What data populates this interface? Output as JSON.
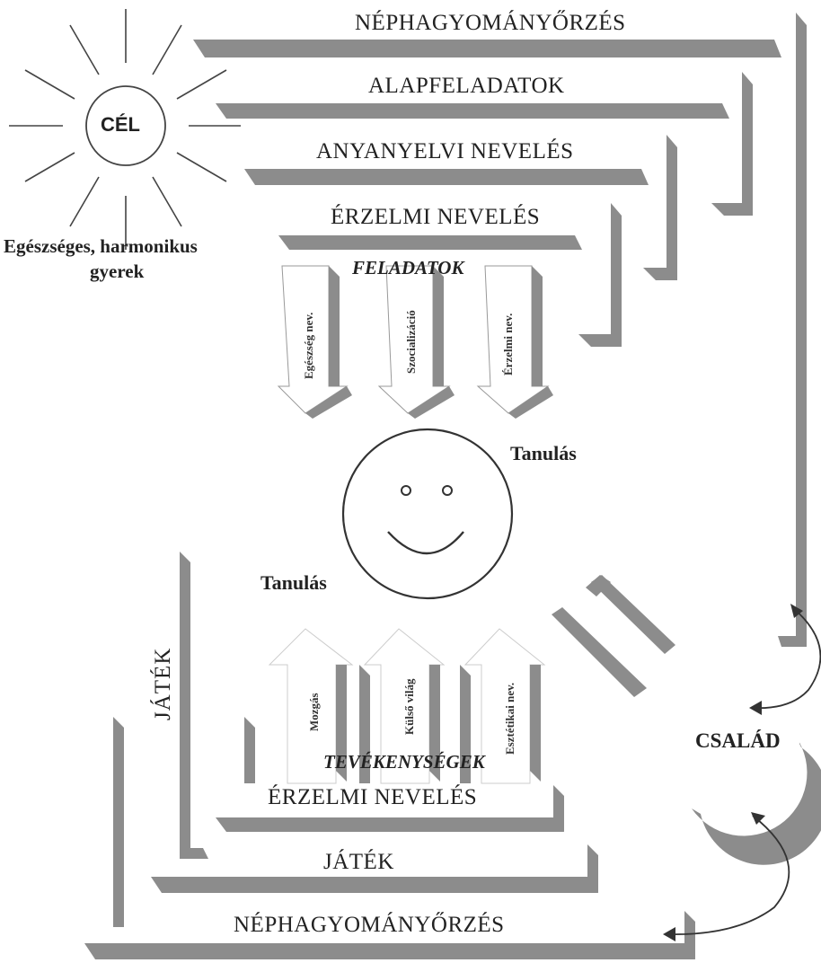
{
  "sun": {
    "label": "CÉL",
    "caption_line1": "Egészséges, harmonikus",
    "caption_line2": "gyerek"
  },
  "top_bands": [
    "NÉPHAGYOMÁNYŐRZÉS",
    "ALAPFELADATOK",
    "ANYANYELVI NEVELÉS",
    "ÉRZELMI NEVELÉS"
  ],
  "feladatok": {
    "title": "FELADATOK",
    "arrows": [
      "Egészség nev.",
      "Szocializáció",
      "Érzelmi nev."
    ]
  },
  "face": {
    "label_right": "Tanulás",
    "label_left": "Tanulás"
  },
  "family": {
    "label": "CSALÁD"
  },
  "bottom_bands": [
    "ÉRZELMI NEVELÉS",
    "JÁTÉK",
    "NÉPHAGYOMÁNYŐRZÉS"
  ],
  "left_vertical": "JÁTÉK",
  "tevekenysegek": {
    "title": "TEVÉKENYSÉGEK",
    "arrows": [
      "Mozgás",
      "Külső világ",
      "Esztétikai nev."
    ]
  },
  "colors": {
    "shadow": "#8c8c8c",
    "line": "#555555",
    "text": "#222222"
  }
}
